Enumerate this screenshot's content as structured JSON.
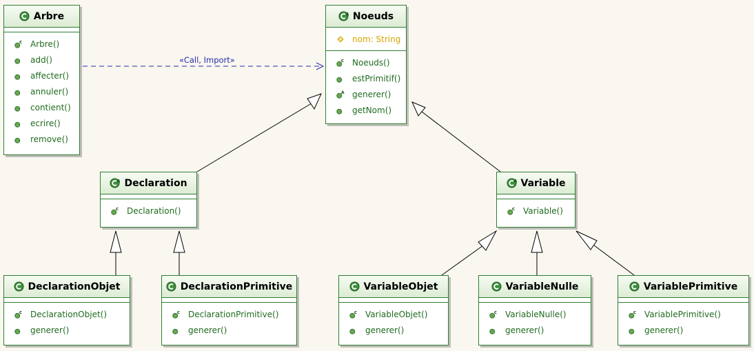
{
  "colors": {
    "background": "#f9f7ef",
    "class_border": "#2e7d32",
    "method_text": "#1f6b1f",
    "attribute_text": "#d6a400",
    "dependency_line": "#2a2ab0"
  },
  "classes": [
    {
      "id": "Arbre",
      "name": "Arbre",
      "icon": "class-icon",
      "attributes": [],
      "methods": [
        {
          "name": "Arbre()",
          "icon": "constructor-icon"
        },
        {
          "name": "add()",
          "icon": "method-icon"
        },
        {
          "name": "affecter()",
          "icon": "method-icon"
        },
        {
          "name": "annuler()",
          "icon": "method-icon"
        },
        {
          "name": "contient()",
          "icon": "method-icon"
        },
        {
          "name": "ecrire()",
          "icon": "method-icon"
        },
        {
          "name": "remove()",
          "icon": "method-icon"
        }
      ]
    },
    {
      "id": "Noeuds",
      "name": "Noeuds",
      "icon": "abstract-class-icon",
      "attributes": [
        {
          "name": "nom: String",
          "icon": "attribute-icon"
        }
      ],
      "methods": [
        {
          "name": "Noeuds()",
          "icon": "constructor-icon"
        },
        {
          "name": "estPrimitif()",
          "icon": "method-icon"
        },
        {
          "name": "generer()",
          "icon": "abstract-method-icon"
        },
        {
          "name": "getNom()",
          "icon": "method-icon"
        }
      ]
    },
    {
      "id": "Declaration",
      "name": "Declaration",
      "icon": "abstract-class-icon",
      "attributes": [],
      "methods": [
        {
          "name": "Declaration()",
          "icon": "constructor-icon"
        }
      ]
    },
    {
      "id": "Variable",
      "name": "Variable",
      "icon": "abstract-class-icon",
      "attributes": [],
      "methods": [
        {
          "name": "Variable()",
          "icon": "constructor-icon"
        }
      ]
    },
    {
      "id": "DeclarationObjet",
      "name": "DeclarationObjet",
      "icon": "class-icon",
      "attributes": [],
      "methods": [
        {
          "name": "DeclarationObjet()",
          "icon": "constructor-icon"
        },
        {
          "name": "generer()",
          "icon": "method-icon"
        }
      ]
    },
    {
      "id": "DeclarationPrimitive",
      "name": "DeclarationPrimitive",
      "icon": "class-icon",
      "attributes": [],
      "methods": [
        {
          "name": "DeclarationPrimitive()",
          "icon": "constructor-icon"
        },
        {
          "name": "generer()",
          "icon": "method-icon"
        }
      ]
    },
    {
      "id": "VariableObjet",
      "name": "VariableObjet",
      "icon": "class-icon",
      "attributes": [],
      "methods": [
        {
          "name": "VariableObjet()",
          "icon": "constructor-icon"
        },
        {
          "name": "generer()",
          "icon": "method-icon"
        }
      ]
    },
    {
      "id": "VariableNulle",
      "name": "VariableNulle",
      "icon": "class-icon",
      "attributes": [],
      "methods": [
        {
          "name": "VariableNulle()",
          "icon": "constructor-icon"
        },
        {
          "name": "generer()",
          "icon": "method-icon"
        }
      ]
    },
    {
      "id": "VariablePrimitive",
      "name": "VariablePrimitive",
      "icon": "class-icon",
      "attributes": [],
      "methods": [
        {
          "name": "VariablePrimitive()",
          "icon": "constructor-icon"
        },
        {
          "name": "generer()",
          "icon": "method-icon"
        }
      ]
    }
  ],
  "relations": [
    {
      "type": "dependency",
      "from": "Arbre",
      "to": "Noeuds",
      "label": "«Call, Import»"
    },
    {
      "type": "generalization",
      "from": "Declaration",
      "to": "Noeuds"
    },
    {
      "type": "generalization",
      "from": "Variable",
      "to": "Noeuds"
    },
    {
      "type": "generalization",
      "from": "DeclarationObjet",
      "to": "Declaration"
    },
    {
      "type": "generalization",
      "from": "DeclarationPrimitive",
      "to": "Declaration"
    },
    {
      "type": "generalization",
      "from": "VariableObjet",
      "to": "Variable"
    },
    {
      "type": "generalization",
      "from": "VariableNulle",
      "to": "Variable"
    },
    {
      "type": "generalization",
      "from": "VariablePrimitive",
      "to": "Variable"
    }
  ]
}
